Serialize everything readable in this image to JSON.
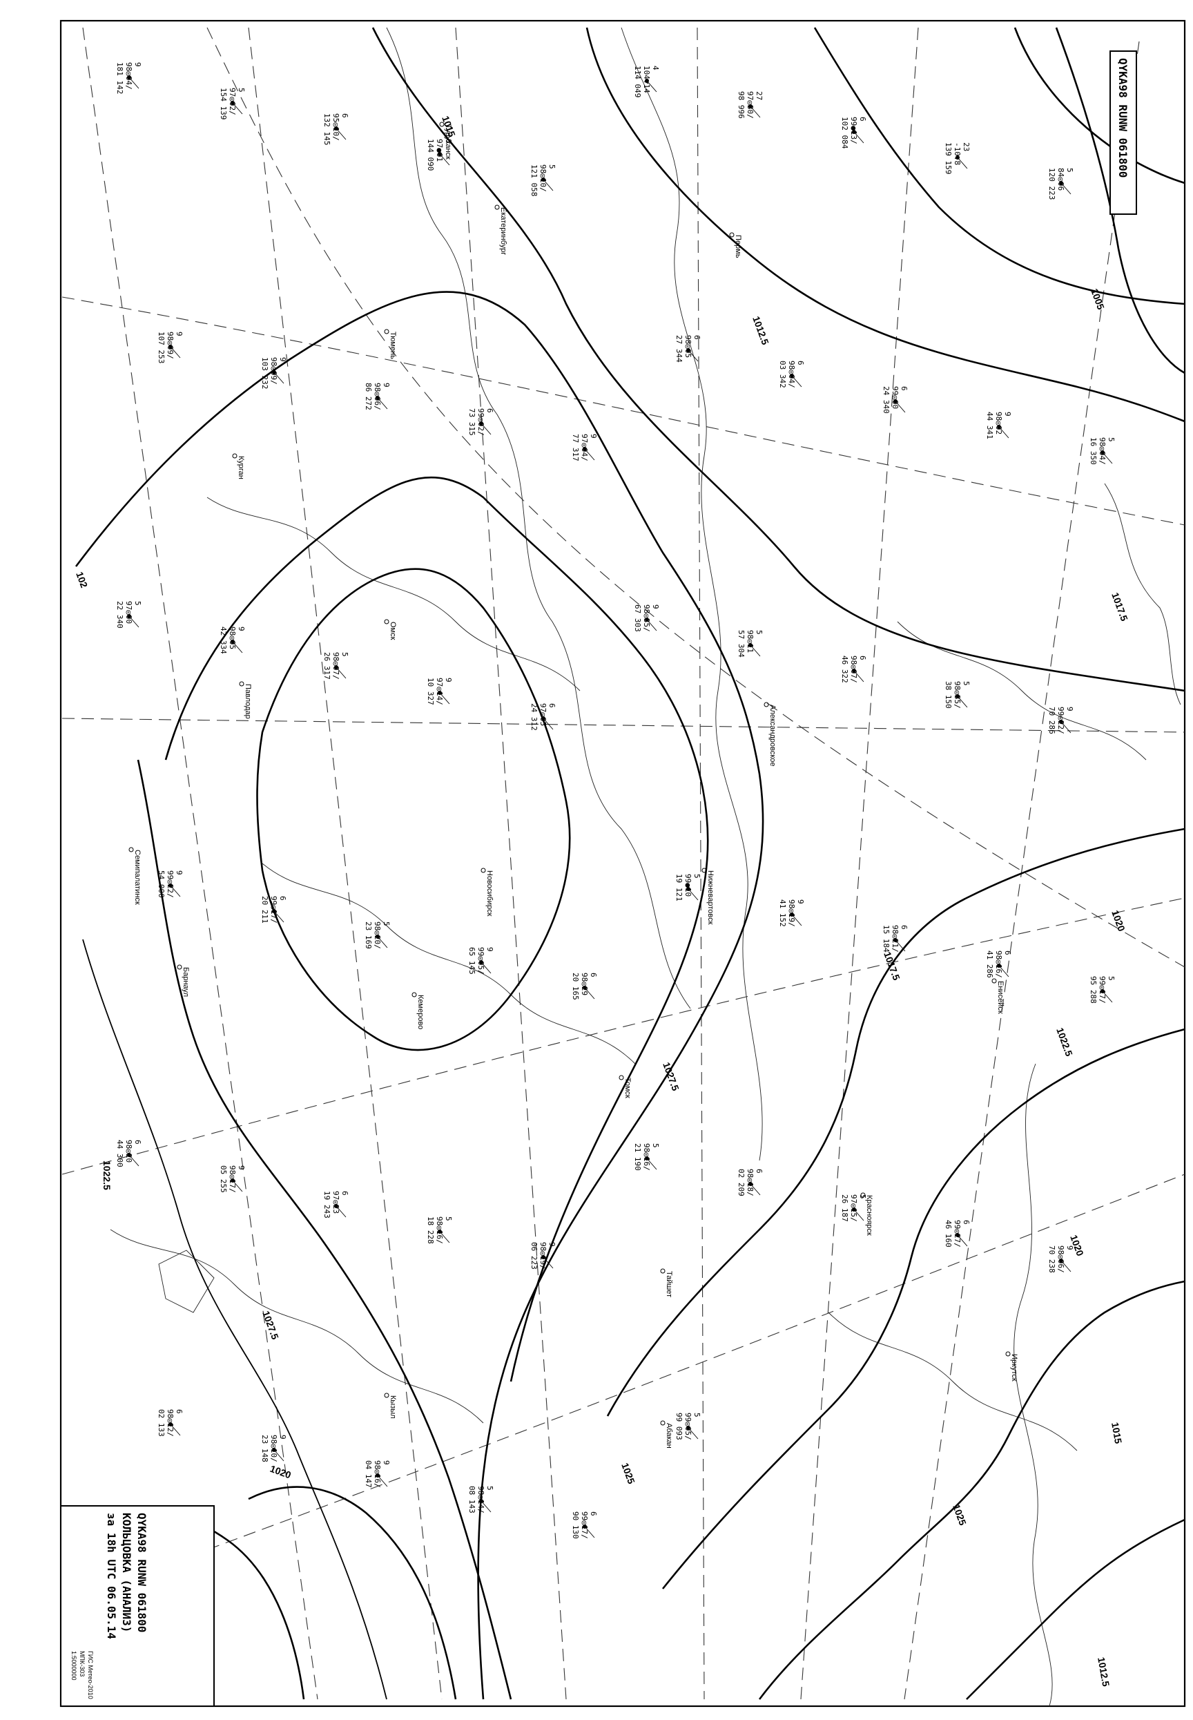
{
  "header": {
    "code": "QYKA98 RUNW 061800"
  },
  "legend": {
    "code": "QYKA98 RUNW 061800",
    "title": "КОЛЬЦОВКА (АНАЛИЗ)",
    "time": "за 18h UTC 06.05.14",
    "footer": [
      "ГИС Метео-2010",
      "МПК-303",
      "1:5000000"
    ]
  },
  "isobar_labels": [
    {
      "text": "1015"
    },
    {
      "text": "1012.5"
    },
    {
      "text": "1005"
    },
    {
      "text": "1017.5"
    },
    {
      "text": "1020"
    },
    {
      "text": "1022.5"
    },
    {
      "text": "1025"
    },
    {
      "text": "1027.5"
    },
    {
      "text": "1022.5"
    },
    {
      "text": "1020"
    },
    {
      "text": "1015"
    },
    {
      "text": "1012.5"
    },
    {
      "text": "1017.5"
    },
    {
      "text": "1025"
    },
    {
      "text": "1020"
    },
    {
      "text": "1027.5"
    },
    {
      "text": "102"
    }
  ],
  "cities": [
    {
      "name": "Екатеринбург"
    },
    {
      "name": "Пермь"
    },
    {
      "name": "Тюмень"
    },
    {
      "name": "Курган"
    },
    {
      "name": "Павлодар"
    },
    {
      "name": "Семипалатинск"
    },
    {
      "name": "Барнаул"
    },
    {
      "name": "Новосибирск"
    },
    {
      "name": "Омск"
    },
    {
      "name": "Кемерово"
    },
    {
      "name": "Томск"
    },
    {
      "name": "Александровское"
    },
    {
      "name": "Нижневартовск"
    },
    {
      "name": "Енисейск"
    },
    {
      "name": "Красноярск"
    },
    {
      "name": "Абакан"
    },
    {
      "name": "Кызыл"
    },
    {
      "name": "Иркутск"
    },
    {
      "name": "Туруханск"
    },
    {
      "name": "Тайшет"
    }
  ],
  "stations": [
    {
      "top": "181 142",
      "mid": "98◎04/",
      "bot": "9"
    },
    {
      "top": "154 139",
      "mid": "97◎02/",
      "bot": "5"
    },
    {
      "top": "132 145",
      "mid": "95◎10/",
      "bot": "6"
    },
    {
      "top": "144 090",
      "mid": "97●01",
      "bot": "8"
    },
    {
      "top": "121 058",
      "mid": "98◎10/",
      "bot": "5"
    },
    {
      "top": "114 049",
      "mid": "104▽14",
      "bot": "4"
    },
    {
      "top": "98 996",
      "mid": "97◎30/",
      "bot": "27"
    },
    {
      "top": "102 084",
      "mid": "99●13/",
      "bot": "6"
    },
    {
      "top": "139 159",
      "mid": "-10.8",
      "bot": "23"
    },
    {
      "top": "120 223",
      "mid": "84◎06",
      "bot": "5"
    },
    {
      "top": "107 253",
      "mid": "98◎09/",
      "bot": "9"
    },
    {
      "top": "103 232",
      "mid": "98◎09/",
      "bot": "9"
    },
    {
      "top": "86 272",
      "mid": "98◎06/",
      "bot": "9"
    },
    {
      "top": "73 315",
      "mid": "99◎02/",
      "bot": "6"
    },
    {
      "top": "77 317",
      "mid": "97◎04/",
      "bot": "9"
    },
    {
      "top": "27 344",
      "mid": "98◎05",
      "bot": "6"
    },
    {
      "top": "03 342",
      "mid": "98◎04/",
      "bot": "6"
    },
    {
      "top": "24 340",
      "mid": "99◎00",
      "bot": "6"
    },
    {
      "top": "44 341",
      "mid": "98◎02",
      "bot": "9"
    },
    {
      "top": "16 350",
      "mid": "98◎04/",
      "bot": "5"
    },
    {
      "top": "22 340",
      "mid": "97◎00",
      "bot": "5"
    },
    {
      "top": "42 334",
      "mid": "98◎05",
      "bot": "9"
    },
    {
      "top": "26 317",
      "mid": "98◎07/",
      "bot": "5"
    },
    {
      "top": "10 327",
      "mid": "97◎14/",
      "bot": "9"
    },
    {
      "top": "24 312",
      "mid": "97◎05",
      "bot": "6"
    },
    {
      "top": "67 303",
      "mid": "98◎35/",
      "bot": "9"
    },
    {
      "top": "57 304",
      "mid": "98◎11",
      "bot": "5"
    },
    {
      "top": "46 322",
      "mid": "98◎07/",
      "bot": "6"
    },
    {
      "top": "38 150",
      "mid": "98◎35/",
      "bot": "5"
    },
    {
      "top": "70 286",
      "mid": "99◎22/",
      "bot": "9"
    },
    {
      "top": "54 000",
      "mid": "99◎22/",
      "bot": "9"
    },
    {
      "top": "20 211",
      "mid": "99◎17/",
      "bot": "6"
    },
    {
      "top": "23 169",
      "mid": "98◎20/",
      "bot": "5"
    },
    {
      "top": "65 145",
      "mid": "99◎05/",
      "bot": "9"
    },
    {
      "top": "20 165",
      "mid": "98◎29",
      "bot": "6"
    },
    {
      "top": "19 121",
      "mid": "99●10",
      "bot": "5"
    },
    {
      "top": "41 152",
      "mid": "98◎19/",
      "bot": "9"
    },
    {
      "top": "15 184",
      "mid": "98◎21/",
      "bot": "6"
    },
    {
      "top": "41 286",
      "mid": "98◎16/",
      "bot": "6"
    },
    {
      "top": "95 288",
      "mid": "99◎17/",
      "bot": "5"
    },
    {
      "top": "44 300",
      "mid": "98◎20",
      "bot": "6"
    },
    {
      "top": "05 255",
      "mid": "98◎17/",
      "bot": "9"
    },
    {
      "top": "19 243",
      "mid": "97◎23",
      "bot": "6"
    },
    {
      "top": "18 228",
      "mid": "98◎16/",
      "bot": "5"
    },
    {
      "top": "06 223",
      "mid": "98◎19/",
      "bot": "9"
    },
    {
      "top": "21 190",
      "mid": "98◎16/",
      "bot": "5"
    },
    {
      "top": "02 209",
      "mid": "98◎18/",
      "bot": "6"
    },
    {
      "top": "26 187",
      "mid": "97◎15/",
      "bot": "5"
    },
    {
      "top": "46 160",
      "mid": "99◎27/",
      "bot": "6"
    },
    {
      "top": "70 238",
      "mid": "98◎06/",
      "bot": "9"
    },
    {
      "top": "02 133",
      "mid": "98◎12/",
      "bot": "6"
    },
    {
      "top": "23 148",
      "mid": "98◎10/",
      "bot": "9"
    },
    {
      "top": "04 147",
      "mid": "98◎16/",
      "bot": "9"
    },
    {
      "top": "08 143",
      "mid": "98◎14/",
      "bot": "5"
    },
    {
      "top": "90 130",
      "mid": "99◎17/",
      "bot": "6"
    },
    {
      "top": "99 093",
      "mid": "99◎05/",
      "bot": "5"
    }
  ]
}
